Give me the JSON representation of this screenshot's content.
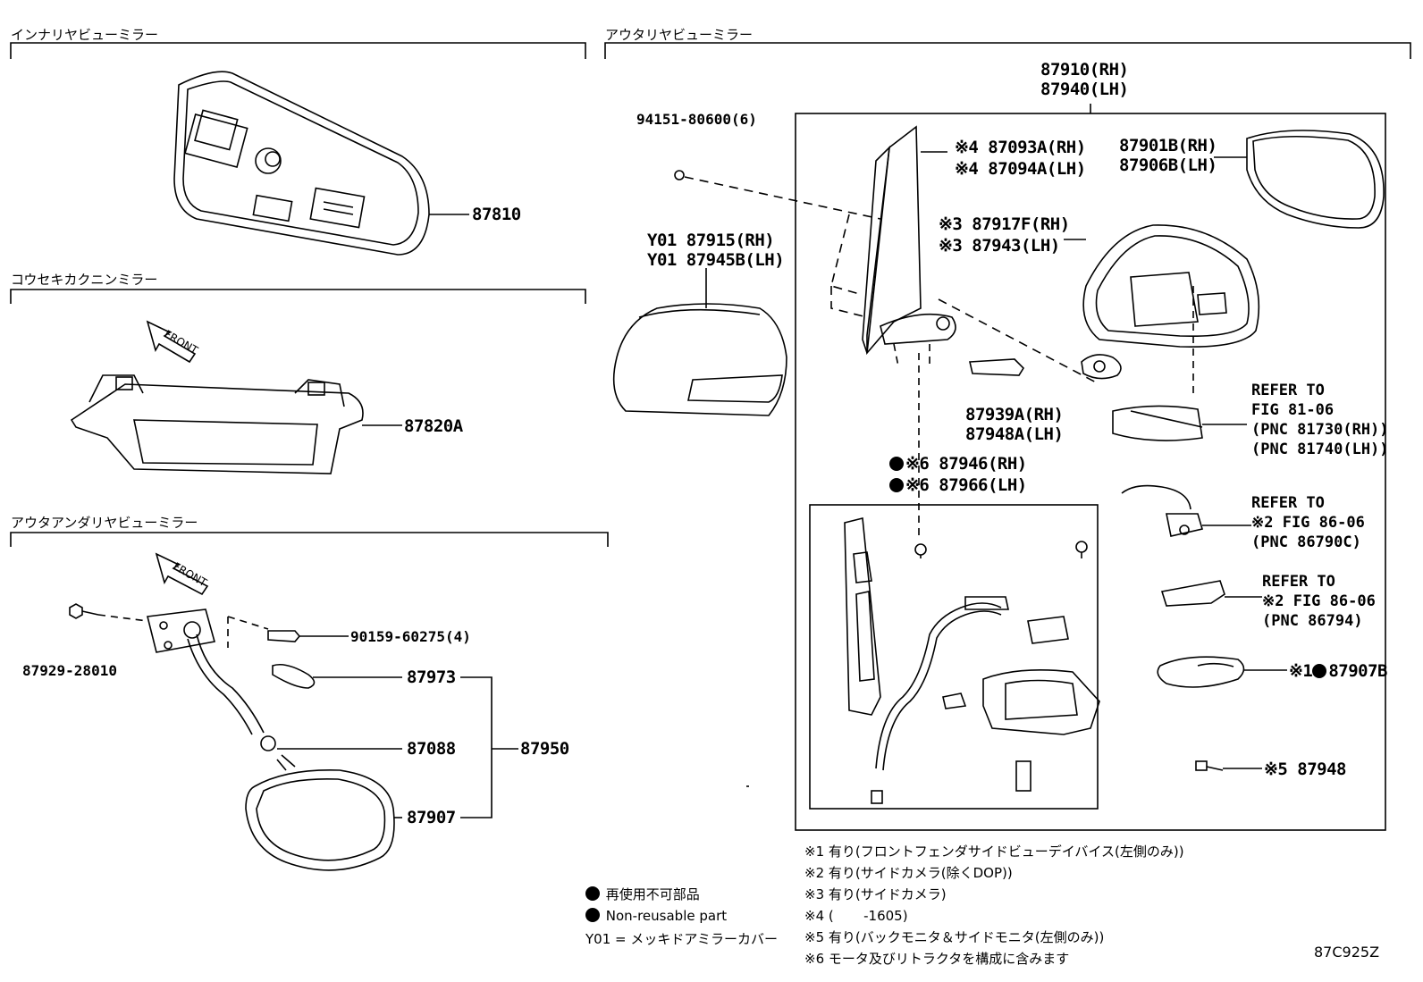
{
  "sections": {
    "inner": "インナリヤビューミラー",
    "room": "コウセキカクニンミラー",
    "outer_under": "アウタアンダリヤビューミラー",
    "outer": "アウタリヤビューミラー"
  },
  "front_label": "FRONT",
  "parts": {
    "p87810": "87810",
    "p87820a": "87820A",
    "p87929": "87929-28010",
    "p90159": "90159-60275(4)",
    "p87973": "87973",
    "p87088": "87088",
    "p87950": "87950",
    "p87907": "87907",
    "p94151": "94151-80600(6)",
    "y01_rh": "Y01 87915(RH)",
    "y01_lh": "Y01 87945B(LH)",
    "p87910": "87910(RH)",
    "p87940": "87940(LH)",
    "s4_rh": "※4 87093A(RH)",
    "s4_lh": "※4 87094A(LH)",
    "p87901": "87901B(RH)",
    "p87906": "87906B(LH)",
    "s3_rh": "※3 87917F(RH)",
    "s3_lh": "※3 87943(LH)",
    "p87939": "87939A(RH)",
    "p87948a": "87948A(LH)",
    "s6_rh": "※6 87946(RH)",
    "s6_lh": "※6 87966(LH)",
    "ref1": "REFER TO\nFIG 81-06\n(PNC 81730(RH))\n(PNC 81740(LH))",
    "ref2": "REFER TO\n※2 FIG 86-06\n(PNC 86790C)",
    "ref3": "REFER TO\n※2 FIG 86-06\n(PNC 86794)",
    "s1": "※1",
    "p87907b": "87907B",
    "s5": "※5 87948"
  },
  "legend": {
    "jp": "再使用不可部品",
    "en": "Non-reusable part",
    "y01": "Y01 = メッキドアミラーカバー"
  },
  "notes": [
    "※1 有り(フロントフェンダサイドビューデイバイス(左側のみ))",
    "※2 有り(サイドカメラ(除くDOP))",
    "※3 有り(サイドカメラ)",
    "※4 (       -1605)",
    "※5 有り(バックモニタ＆サイドモニタ(左側のみ))",
    "※6 モータ及びリトラクタを構成に含みます"
  ],
  "figure_code": "87C925Z"
}
